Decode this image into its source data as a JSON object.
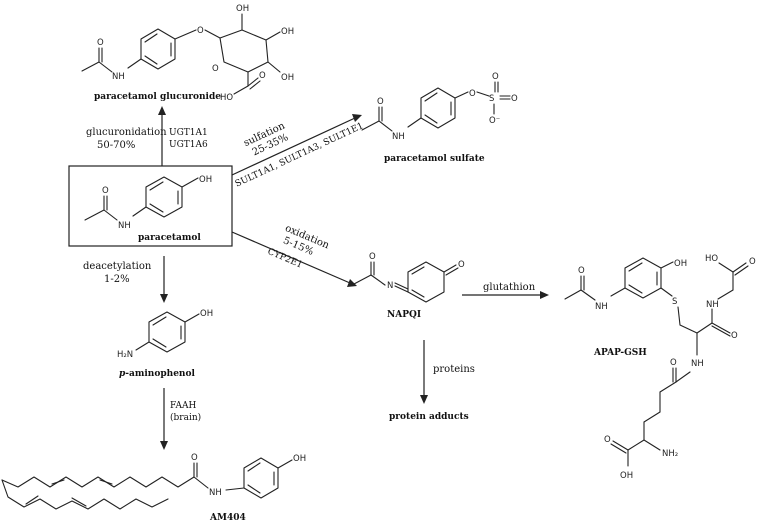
{
  "compounds": {
    "paracetamol": "paracetamol",
    "glucuronide": "paracetamol glucuronide",
    "sulfate": "paracetamol sulfate",
    "napqi": "NAPQI",
    "aminophenol_prefix": "p",
    "aminophenol_rest": "-aminophenol",
    "am404": "AM404",
    "apap_gsh": "APAP-GSH",
    "protein_adducts": "protein adducts"
  },
  "reactions": {
    "glucuronidation": {
      "name": "glucuronidation",
      "pct": "50-70%",
      "enzyme1": "UGT1A1",
      "enzyme2": "UGT1A6"
    },
    "sulfation": {
      "name": "sulfation",
      "pct": "25-35%",
      "enzyme": "SULT1A1, SULT1A3, SULT1E1"
    },
    "oxidation": {
      "name": "oxidation",
      "pct": "5-15%",
      "enzyme": "CYP2E1"
    },
    "deacetylation": {
      "name": "deacetylation",
      "pct": "1-2%"
    },
    "faah": {
      "enzyme": "FAAH",
      "site": "(brain)"
    },
    "glutathion": {
      "name": "glutathion"
    },
    "proteins": {
      "name": "proteins"
    }
  },
  "atoms": {
    "O": "O",
    "OH": "OH",
    "NH": "NH",
    "N": "N",
    "S": "S",
    "H2N": "H₂N",
    "NH2": "NH₂",
    "HO": "HO",
    "O_minus": "O⁻"
  }
}
